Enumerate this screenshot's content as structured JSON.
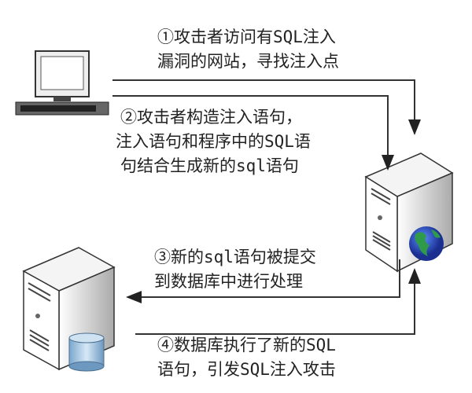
{
  "steps": [
    {
      "lines": [
        "①攻击者访问有SQL注入",
        "漏洞的网站，寻找注入点"
      ]
    },
    {
      "lines": [
        "②攻击者构造注入语句，",
        "注入语句和程序中的SQL语",
        "句结合生成新的sql语句"
      ]
    },
    {
      "lines": [
        "③新的sql语句被提交",
        "到数据库中进行处理"
      ]
    },
    {
      "lines": [
        "④数据库执行了新的SQL",
        "语句，引发SQL注入攻击"
      ]
    }
  ],
  "colors": {
    "line": "#333333",
    "globe_blue": "#2a4fc0",
    "globe_green": "#2e9a4a",
    "db": "#a9cbe6"
  }
}
